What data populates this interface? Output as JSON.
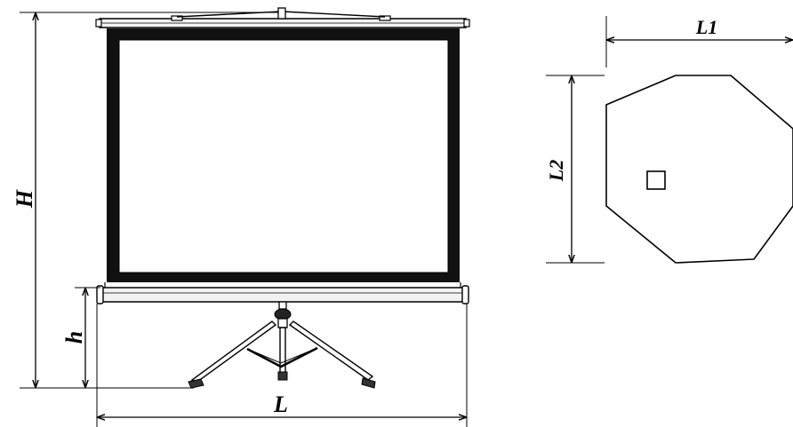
{
  "labels": {
    "H": "H",
    "h": "h",
    "L": "L",
    "L1": "L1",
    "L2": "L2"
  },
  "colors": {
    "ink": "#000000",
    "screen_surface": "#ffffff",
    "screen_border": "#111111",
    "case": "#f2f2f2"
  }
}
